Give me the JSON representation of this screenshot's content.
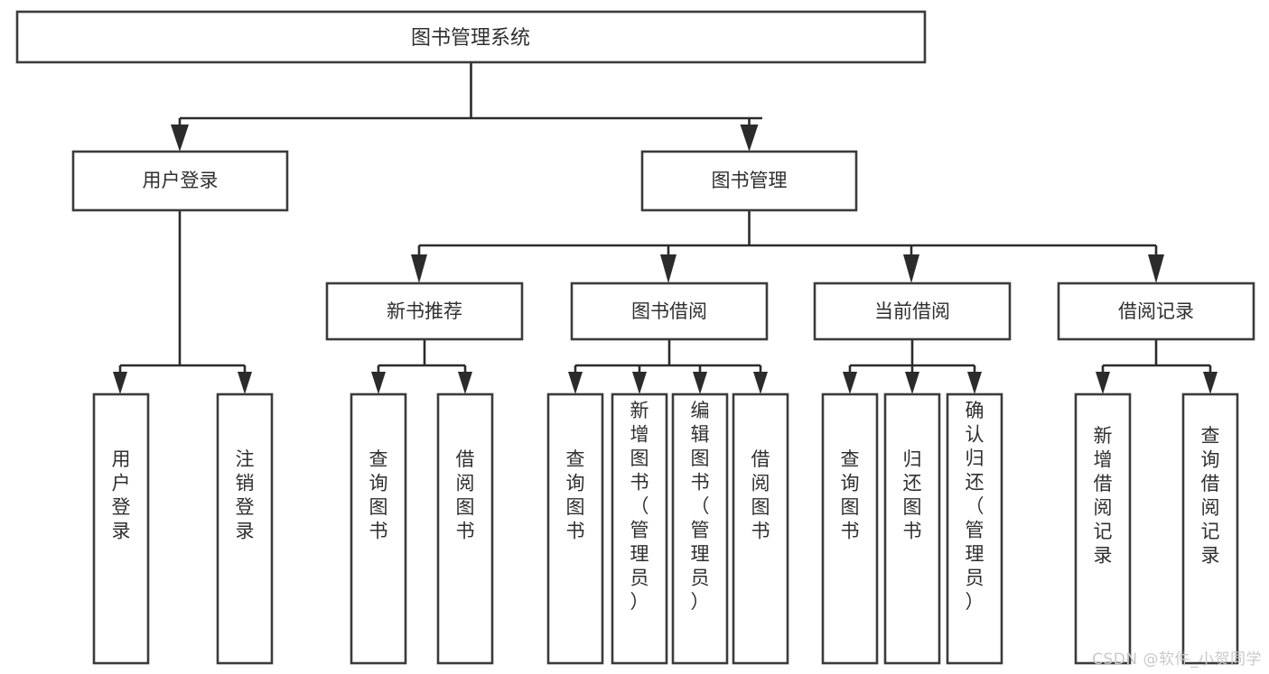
{
  "diagram": {
    "kind": "hierarchy-tree",
    "title": "图书管理系统",
    "watermark": "CSDN @软件_小贺同学",
    "colors": {
      "box_stroke": "#3b3b3b",
      "box_fill": "#ffffff",
      "connector": "#2b2b2b",
      "text": "#2f2f2f",
      "background": "#ffffff",
      "watermark": "#c9c9c9"
    },
    "root": {
      "id": "root",
      "label": "图书管理系统"
    },
    "level2": [
      {
        "id": "user-login",
        "label": "用户登录"
      },
      {
        "id": "book-manage",
        "label": "图书管理"
      }
    ],
    "level3": [
      {
        "id": "new-book-recommend",
        "label": "新书推荐"
      },
      {
        "id": "book-borrow",
        "label": "图书借阅"
      },
      {
        "id": "current-borrow",
        "label": "当前借阅"
      },
      {
        "id": "borrow-record",
        "label": "借阅记录"
      }
    ],
    "leaves": {
      "user-login": [
        {
          "id": "leaf-user-login",
          "label": "用户登录"
        },
        {
          "id": "leaf-user-logout",
          "label": "注销登录"
        }
      ],
      "new-book-recommend": [
        {
          "id": "leaf-query-book-1",
          "label": "查询图书"
        },
        {
          "id": "leaf-borrow-book-1",
          "label": "借阅图书"
        }
      ],
      "book-borrow": [
        {
          "id": "leaf-query-book-2",
          "label": "查询图书"
        },
        {
          "id": "leaf-add-book",
          "label": "新增图书（管理员）"
        },
        {
          "id": "leaf-edit-book",
          "label": "编辑图书（管理员）"
        },
        {
          "id": "leaf-borrow-book-2",
          "label": "借阅图书"
        }
      ],
      "current-borrow": [
        {
          "id": "leaf-query-book-3",
          "label": "查询图书"
        },
        {
          "id": "leaf-return-book",
          "label": "归还图书"
        },
        {
          "id": "leaf-confirm-return",
          "label": "确认归还（管理员）"
        }
      ],
      "borrow-record": [
        {
          "id": "leaf-add-record",
          "label": "新增借阅记录"
        },
        {
          "id": "leaf-query-record",
          "label": "查询借阅记录"
        }
      ]
    }
  }
}
